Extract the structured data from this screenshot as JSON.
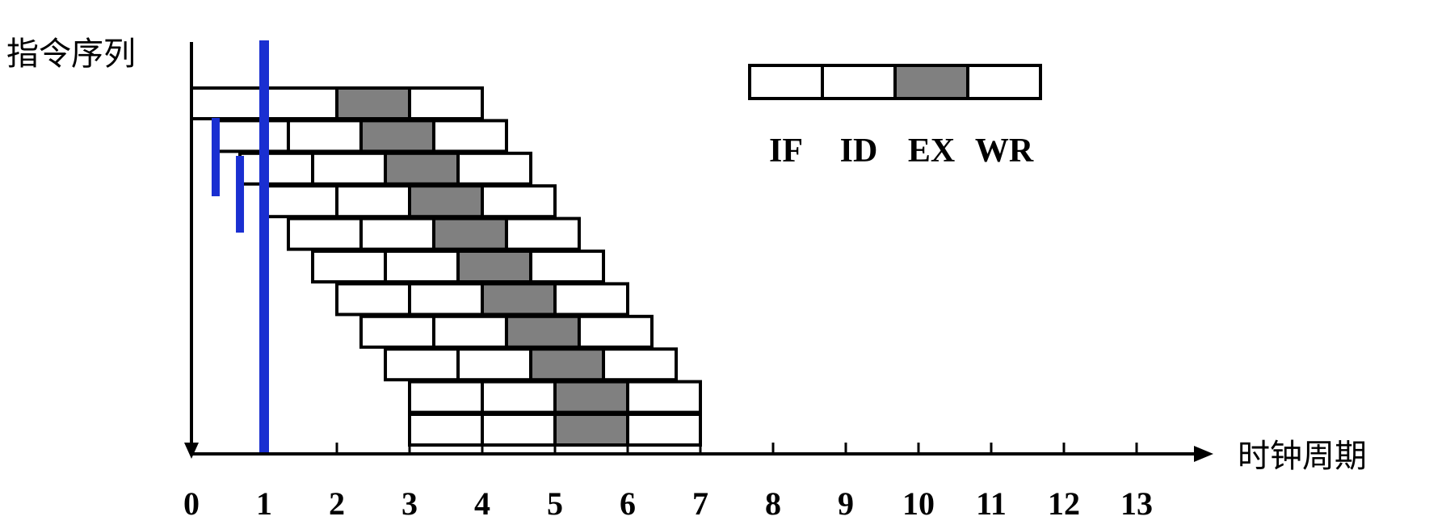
{
  "y_axis_label": "指令序列",
  "x_axis_label": "时钟周期",
  "x_ticks": [
    "0",
    "1",
    "2",
    "3",
    "4",
    "5",
    "6",
    "7",
    "8",
    "9",
    "10",
    "11",
    "12",
    "13"
  ],
  "legend": {
    "stages": [
      "IF",
      "ID",
      "EX",
      "WR"
    ],
    "highlight_stage": "EX"
  },
  "pipeline": {
    "instruction_count": 11,
    "start_cycles": [
      0,
      0.333,
      0.667,
      1,
      1.333,
      1.667,
      2,
      2.333,
      2.667,
      3,
      3
    ],
    "stage_length_cycles": 1,
    "issue_markers_at_cycle": [
      0.333,
      0.667,
      1
    ]
  },
  "colors": {
    "box_fill": "#ffffff",
    "highlight_fill": "#808080",
    "stroke": "#000000",
    "marker": "#1a2fd1"
  }
}
